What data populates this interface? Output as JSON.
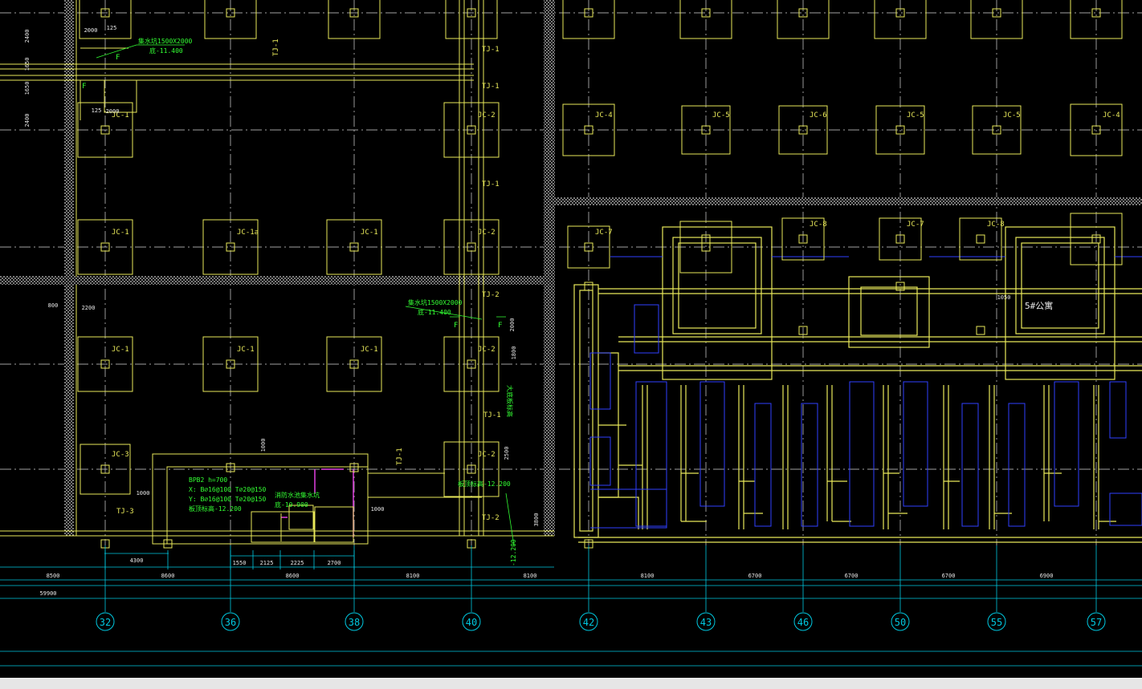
{
  "colors": {
    "background": "#000000",
    "footing": "#e8e85a",
    "axis": "#00c8e0",
    "text_green": "#33ff33",
    "text_white": "#e8e8e8",
    "wall": "#e8e85a",
    "hatch": "#cfcfcf",
    "blue": "#3040ff",
    "magenta": "#e040e0"
  },
  "axes": [
    {
      "label": "32"
    },
    {
      "label": "36"
    },
    {
      "label": "38"
    },
    {
      "label": "40"
    },
    {
      "label": "42"
    },
    {
      "label": "43"
    },
    {
      "label": "46"
    },
    {
      "label": "50"
    },
    {
      "label": "55"
    },
    {
      "label": "57"
    }
  ],
  "bay_dimensions": [
    "8500",
    "8600",
    "8600",
    "8100",
    "8100",
    "8100",
    "6700",
    "6700",
    "6700",
    "6900"
  ],
  "total_dimension": "59900",
  "local_dimensions": [
    "4300",
    "1550",
    "2125",
    "2225",
    "2700",
    "2200",
    "800",
    "1000",
    "1000",
    "1000",
    "2000",
    "1800",
    "2500",
    "3800",
    "1050",
    "2000",
    "125",
    "2000",
    "125",
    "2400",
    "1650",
    "1650",
    "2400"
  ],
  "footings": [
    {
      "label": "JC-1"
    },
    {
      "label": "JC-2"
    },
    {
      "label": "JC-2"
    },
    {
      "label": "JC-2"
    },
    {
      "label": "JC-2"
    },
    {
      "label": "JC-1"
    },
    {
      "label": "JC-1a"
    },
    {
      "label": "JC-1"
    },
    {
      "label": "JC-1"
    },
    {
      "label": "JC-1"
    },
    {
      "label": "JC-1"
    },
    {
      "label": "JC-3"
    },
    {
      "label": "JC-4"
    },
    {
      "label": "JC-5"
    },
    {
      "label": "JC-6"
    },
    {
      "label": "JC-5"
    },
    {
      "label": "JC-5"
    },
    {
      "label": "JC-4"
    },
    {
      "label": "JC-7"
    },
    {
      "label": "JC-8"
    },
    {
      "label": "JC-7"
    },
    {
      "label": "JC-8"
    }
  ],
  "beam_labels": [
    "TJ-1",
    "TJ-1",
    "TJ-1",
    "TJ-2",
    "TJ-1",
    "TJ-2",
    "TJ-3",
    "TJ-1",
    "TJ-1"
  ],
  "annotations": {
    "sump_1": "集水坑1500X2000",
    "sump_1_elev": "底-11.400",
    "sump_2": "集水坑1500X2000",
    "sump_2_elev": "底-11.400",
    "slab_title": "BPB2 h=700",
    "slab_x": "X: B⌀16@100 T⌀20@150",
    "slab_y": "Y: B⌀16@100 T⌀20@150",
    "slab_elev": "板顶标高-12.200",
    "pit_label": "消防水池集水坑",
    "pit_elev": "底-10.900",
    "vertical_note": "大底板标高",
    "elev_1": "-12.200",
    "elev_2": "板顶标高-12.200",
    "section_f1": "F",
    "section_f2": "F",
    "section_f3": "F",
    "section_f4": "F",
    "building": "5#公寓"
  }
}
